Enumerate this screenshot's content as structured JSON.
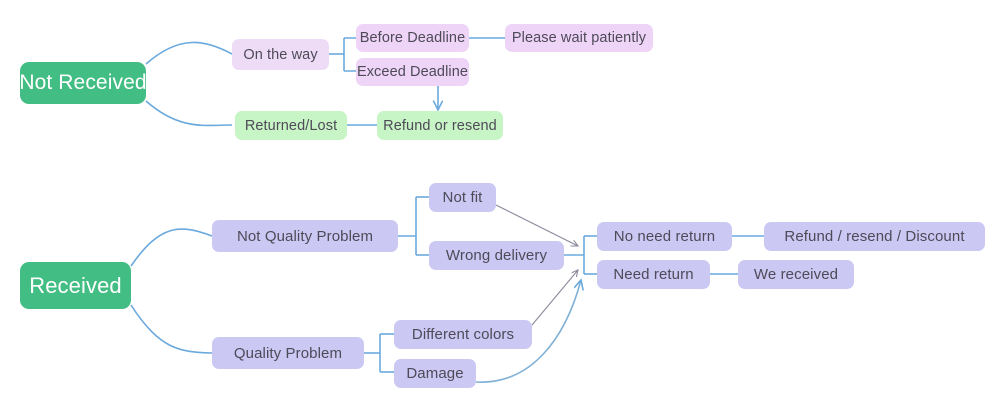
{
  "diagram": {
    "title": "Order Issue Resolution Flowchart",
    "type": "flowchart",
    "background_color": "#ffffff",
    "colors": {
      "root_green": "#42bd83",
      "root_text": "#ffffff",
      "pink_lavender": "#eedcf6",
      "green_leaf": "#c8f5c5",
      "blue_lavender": "#cbc8f4",
      "node_text": "#4e4a58",
      "connector_blue": "#6aa9dd",
      "arrow_gray": "#8a8a9c"
    }
  },
  "trees": [
    {
      "id": "not-received",
      "root": {
        "label": "Not Received"
      },
      "branches": [
        {
          "label": "On the way",
          "children": [
            {
              "label": "Before Deadline",
              "children": [
                {
                  "label": "Please wait patiently"
                }
              ]
            },
            {
              "label": "Exceed Deadline",
              "children": []
            }
          ]
        },
        {
          "label": "Returned/Lost",
          "children": [
            {
              "label": "Refund or resend"
            }
          ]
        }
      ]
    },
    {
      "id": "received",
      "root": {
        "label": "Received"
      },
      "branches": [
        {
          "label": "Not Quality Problem",
          "children": [
            {
              "label": "Not fit"
            },
            {
              "label": "Wrong delivery"
            }
          ]
        },
        {
          "label": "Quality Problem",
          "children": [
            {
              "label": "Different colors"
            },
            {
              "label": "Damage"
            }
          ]
        }
      ],
      "outcomes": [
        {
          "label": "No need return",
          "result": "Refund / resend / Discount"
        },
        {
          "label": "Need return",
          "result": "We received"
        }
      ]
    }
  ],
  "nodes": {
    "not_received": "Not Received",
    "on_the_way": "On the way",
    "before_deadline": "Before Deadline",
    "exceed_deadline": "Exceed Deadline",
    "please_wait": "Please wait patiently",
    "returned_lost": "Returned/Lost",
    "refund_or_resend": "Refund or resend",
    "received": "Received",
    "not_quality_problem": "Not Quality Problem",
    "quality_problem": "Quality Problem",
    "not_fit": "Not fit",
    "wrong_delivery": "Wrong delivery",
    "different_colors": "Different colors",
    "damage": "Damage",
    "no_need_return": "No need return",
    "need_return": "Need return",
    "refund_resend_discount": "Refund / resend / Discount",
    "we_received": "We received"
  }
}
